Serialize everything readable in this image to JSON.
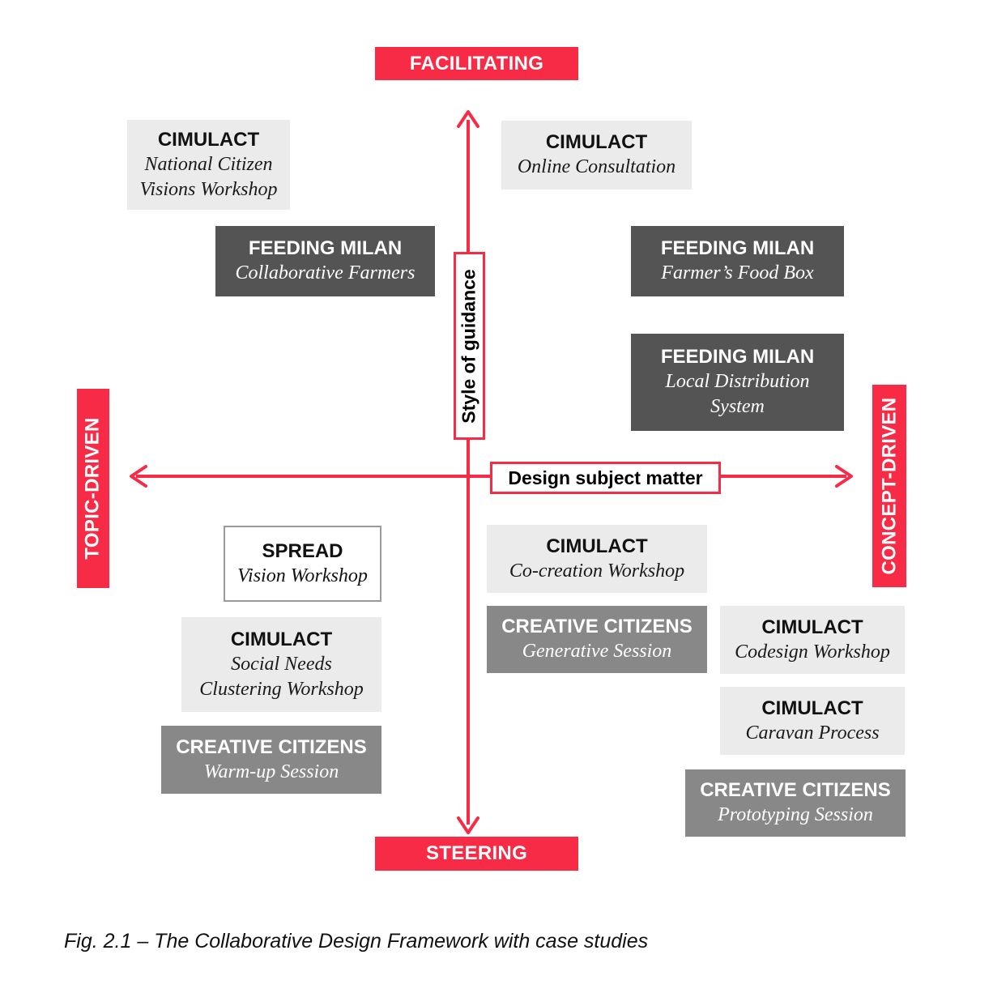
{
  "axes": {
    "top": "FACILITATING",
    "bottom": "STEERING",
    "left": "TOPIC-DRIVEN",
    "right": "CONCEPT-DRIVEN",
    "vertical_title": "Style of guidance",
    "horizontal_title": "Design subject matter"
  },
  "boxes": [
    {
      "title": "CIMULACT",
      "subtitle": "National Citizen\nVisions Workshop"
    },
    {
      "title": "CIMULACT",
      "subtitle": "Online Consultation"
    },
    {
      "title": "FEEDING MILAN",
      "subtitle": "Collaborative Farmers"
    },
    {
      "title": "FEEDING MILAN",
      "subtitle": "Farmer’s Food Box"
    },
    {
      "title": "FEEDING MILAN",
      "subtitle": "Local Distribution\nSystem"
    },
    {
      "title": "SPREAD",
      "subtitle": "Vision Workshop"
    },
    {
      "title": "CIMULACT",
      "subtitle": "Co-creation Workshop"
    },
    {
      "title": "CREATIVE CITIZENS",
      "subtitle": "Generative Session"
    },
    {
      "title": "CIMULACT",
      "subtitle": "Codesign Workshop"
    },
    {
      "title": "CIMULACT",
      "subtitle": "Social Needs\nClustering Workshop"
    },
    {
      "title": "CIMULACT",
      "subtitle": "Caravan Process"
    },
    {
      "title": "CREATIVE CITIZENS",
      "subtitle": "Warm-up Session"
    },
    {
      "title": "CREATIVE CITIZENS",
      "subtitle": "Prototyping Session"
    }
  ],
  "caption": "Fig. 2.1 – The Collaborative Design Framework with case studies",
  "colors": {
    "accent": "#f72b45",
    "box_light": "#ebebeb",
    "box_dark": "#545454",
    "box_mid": "#888888"
  }
}
